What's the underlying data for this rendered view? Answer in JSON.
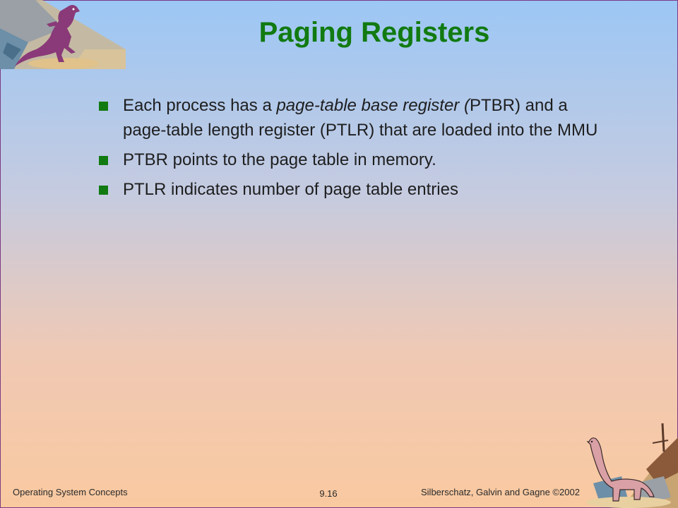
{
  "slide": {
    "title": "Paging Registers",
    "bullets": [
      {
        "parts": [
          "Each process has a ",
          "page-table base register (",
          "PTBR) and a page-table length register (PTLR) that are loaded into the MMU"
        ]
      },
      {
        "text": "PTBR points to the page table in memory."
      },
      {
        "text": "PTLR indicates number of page table entries"
      }
    ]
  },
  "footer": {
    "left": "Operating System Concepts",
    "center": "9.16",
    "right": "Silberschatz, Galvin and  Gagne ©2002"
  },
  "colors": {
    "title": "#117a11",
    "bullet": "#117a11",
    "border": "#7b3a82",
    "dinosaur": "#8a3a78"
  },
  "icons": {
    "top_left": "t-rex-dinosaur-clipart",
    "bottom_right": "brontosaurus-dinosaur-clipart"
  }
}
